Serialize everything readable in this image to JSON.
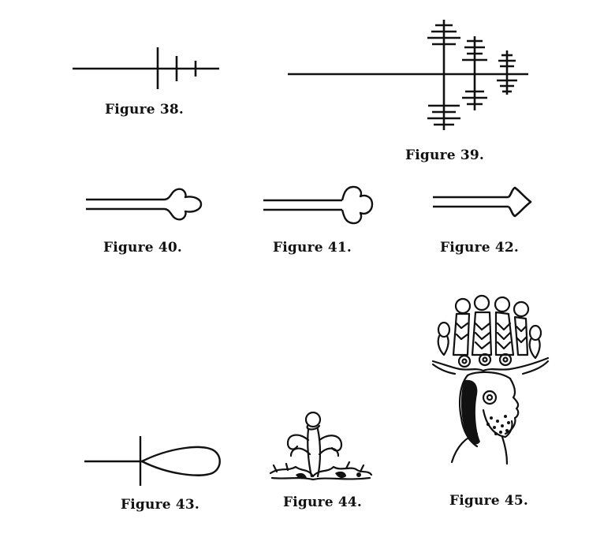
{
  "figures": {
    "fig38": {
      "caption": "Figure 38."
    },
    "fig39": {
      "caption": "Figure 39."
    },
    "fig40": {
      "caption": "Figure 40."
    },
    "fig41": {
      "caption": "Figure 41."
    },
    "fig42": {
      "caption": "Figure 42."
    },
    "fig43": {
      "caption": "Figure 43."
    },
    "fig44": {
      "caption": "Figure 44."
    },
    "fig45": {
      "caption": "Figure 45."
    }
  },
  "colors": {
    "ink": "#111111",
    "paper": "#ffffff"
  }
}
